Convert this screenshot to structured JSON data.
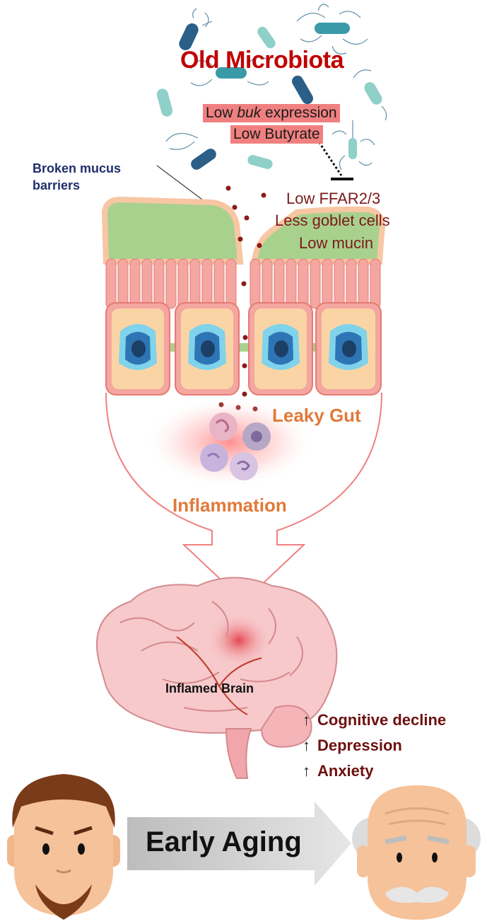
{
  "microbiota": {
    "title": "Old Microbiota",
    "buk_prefix": "Low ",
    "buk_italic": "buk",
    "buk_suffix": " expression",
    "butyrate": "Low Butyrate"
  },
  "barrier_label": "Broken mucus barriers",
  "effects": [
    "Low FFAR2/3",
    "Less goblet cells",
    "Low mucin"
  ],
  "leaky_gut": "Leaky Gut",
  "inflammation": "Inflammation",
  "brain_label": "Inflamed Brain",
  "outcomes": [
    {
      "arrow": "↑",
      "label": "Cognitive decline"
    },
    {
      "arrow": "↑",
      "label": "Depression"
    },
    {
      "arrow": "↑",
      "label": "Anxiety"
    }
  ],
  "aging_label": "Early Aging",
  "colors": {
    "title_red": "#c00000",
    "highlight": "#f08080",
    "effect_text": "#7a1a1a",
    "leaky_orange": "#e07a3a",
    "barrier_navy": "#1f2f6b",
    "mucus_green": "#a9d18e",
    "cell_pink": "#f4a6a0",
    "nucleus_blue": "#2e75b6",
    "bacteria_teal": "#7ec8c8"
  }
}
